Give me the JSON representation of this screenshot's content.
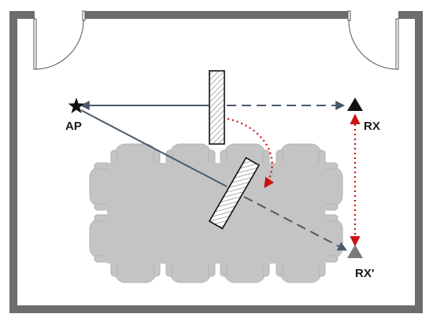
{
  "labels": {
    "ap": "AP",
    "rx": "RX",
    "rx_prime": "RX'"
  },
  "colors": {
    "wall": "#6d6d6d",
    "furniture": "#c4c4c4",
    "furniture_edge": "#b2b2b2",
    "ray": "#4a5a6a",
    "path_change": "#cc1111",
    "marker_dark": "#111111",
    "marker_light": "#7a7a7a"
  },
  "icons": {
    "ap_marker": "star-icon",
    "rx_marker": "triangle-icon",
    "rx_prime_marker": "triangle-icon",
    "obstacle": "hatched-panel-icon"
  }
}
